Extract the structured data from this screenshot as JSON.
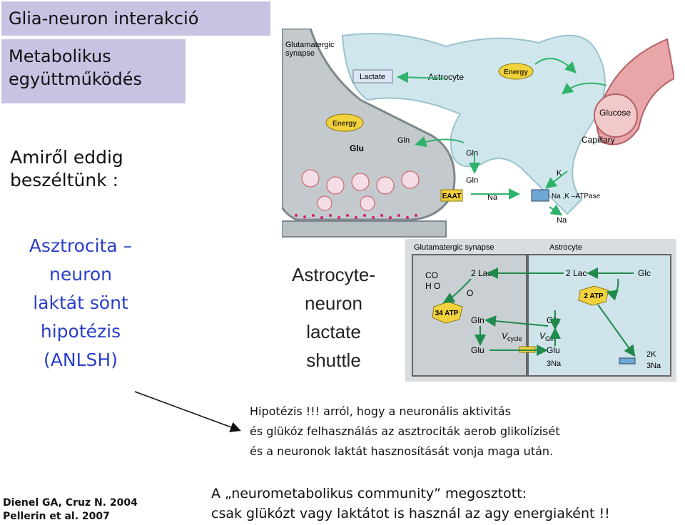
{
  "title": "Glia-neuron interakció",
  "subtitle": "Metabolikus együttműködés",
  "so_far": "Amiről eddig beszéltünk :",
  "hypothesis_lines": [
    "Asztrocita –",
    "neuron",
    "laktát sönt",
    "hipotézis",
    "(ANLSH)"
  ],
  "shuttle_caption_lines": [
    "Astrocyte-",
    "neuron",
    "lactate",
    "shuttle"
  ],
  "hypothesis_text_lines": [
    "Hipotézis !!! arról, hogy a neuronális aktivitás",
    "és glükóz felhasználás az asztrociták aerob glikolízisét",
    "és a neuronok laktát hasznosítását vonja maga után."
  ],
  "references": [
    "Dienel GA, Cruz N. 2004",
    "Pellerin et al. 2007"
  ],
  "quote_lines": [
    "A „neurometabolikus community” megosztott:",
    "csak glükózt vagy laktátot is használ az agy energiaként !!"
  ],
  "figure_top": {
    "labels": {
      "synapse": [
        "Glutamatergic",
        "synapse"
      ],
      "lactate": "Lactate",
      "astrocyte": "Astrocyte",
      "energy_astro": "Energy",
      "glucose": "Glucose",
      "capillary": "Capillary",
      "energy_neuron": "Energy",
      "glu": "Glu",
      "gln1": "Gln",
      "gln2": "Gln",
      "gln3": "Gln",
      "eaat": "EAAT",
      "na1": "Na",
      "k": "K",
      "atpase": "Na ,K –ATPase",
      "na2": "Na"
    }
  },
  "figure_bottom": {
    "labels": {
      "synapse": "Glutamatergic synapse",
      "astrocyte": "Astrocyte",
      "co2": "CO",
      "h2o": "H O",
      "lac1": "2 Lac",
      "o2": "O",
      "atp34": "34 ATP",
      "gln_n": "Gln",
      "glu_n": "Glu",
      "vcycle": "V",
      "vcycle_sub": "cycle",
      "vgln": "V",
      "vgln_sub": "Gln",
      "lac2": "2 Lac",
      "glc": "Glc",
      "atp2": "2 ATP",
      "gln_a": "Gln",
      "glu_a": "Glu",
      "na3": "3Na",
      "k2": "2K",
      "na3b": "3Na"
    }
  },
  "colors": {
    "title_bg": "#c9c3e3",
    "hypothesis_blue": "#2a3fc8",
    "neuron_gray": "#c3c9cc",
    "astro_cyan": "#cfe6ec",
    "green_arrow": "#2fb36b",
    "vesicle_pink": "#d81b78"
  }
}
